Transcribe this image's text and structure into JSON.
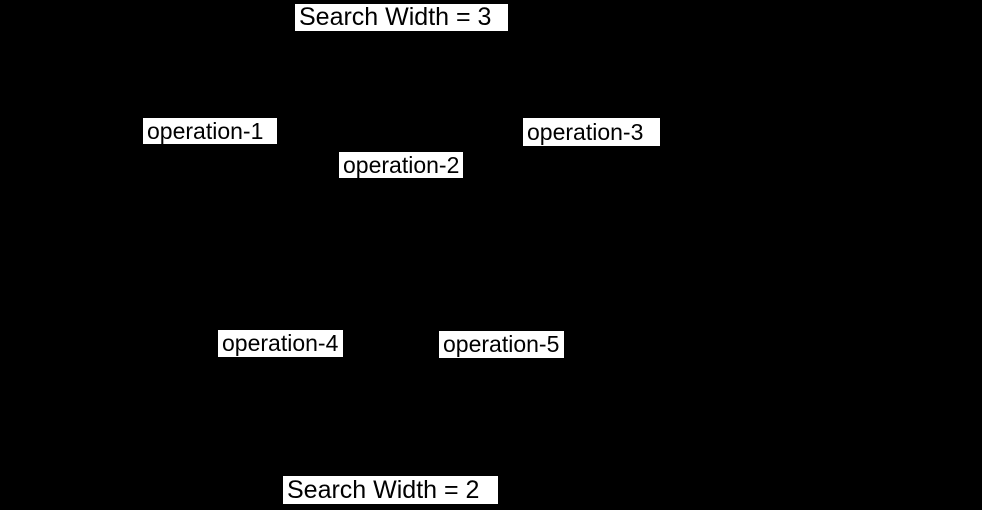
{
  "figure": {
    "background_color": "#000000",
    "chip_background_color": "#ffffff",
    "text_color": "#000000"
  },
  "banners": {
    "top": {
      "label": "Search Width = 3"
    },
    "bottom": {
      "label": "Search Width = 2"
    }
  },
  "nodes": [
    {
      "label": "operation-1"
    },
    {
      "label": "operation-2"
    },
    {
      "label": "operation-3"
    },
    {
      "label": "operation-4"
    },
    {
      "label": "operation-5"
    }
  ]
}
